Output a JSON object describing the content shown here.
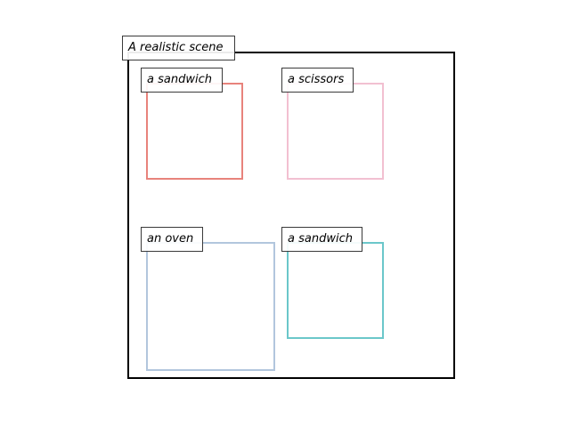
{
  "scene": {
    "title": "A realistic scene",
    "frame_color": "#000000",
    "objects": [
      {
        "label": "a sandwich",
        "color": "#e8837c"
      },
      {
        "label": "a scissors",
        "color": "#f2c0d1"
      },
      {
        "label": "an oven",
        "color": "#b2c6dd"
      },
      {
        "label": "a sandwich",
        "color": "#6bc7ca"
      }
    ]
  }
}
